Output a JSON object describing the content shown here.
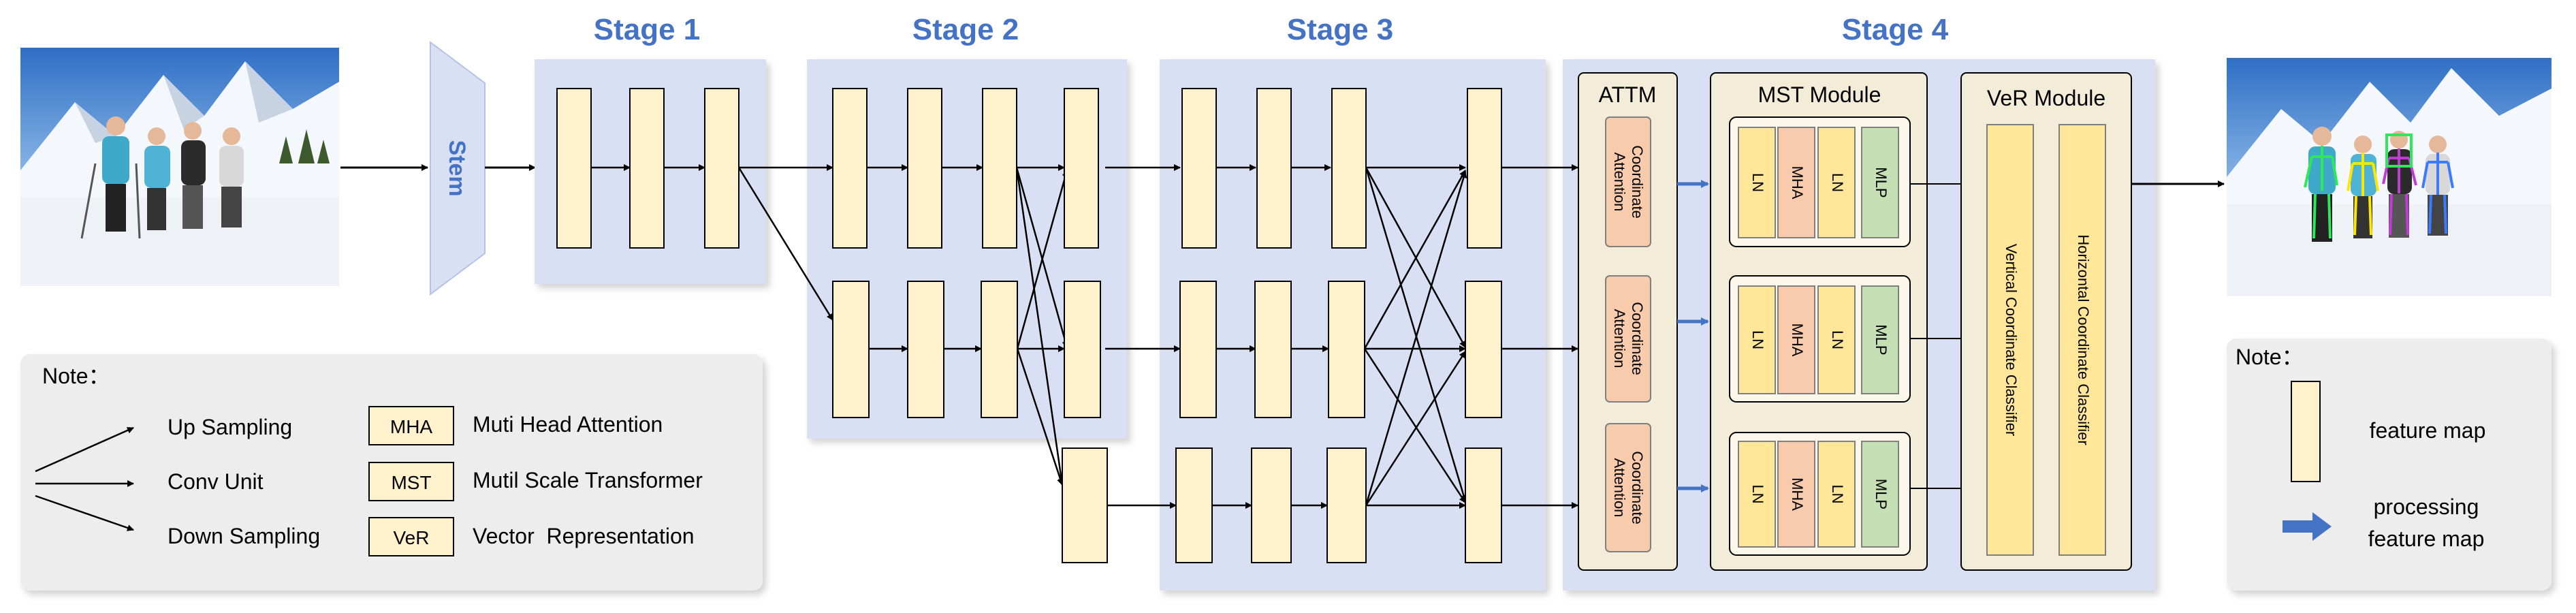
{
  "stages": {
    "stage1": "Stage 1",
    "stage2": "Stage 2",
    "stage3": "Stage 3",
    "stage4": "Stage 4"
  },
  "stem_label": "Stem",
  "attm": {
    "title": "ATTM",
    "block_label": "Coordinate Attention"
  },
  "mst_module": {
    "title": "MST Module",
    "layers": [
      "LN",
      "MHA",
      "LN",
      "MLP"
    ]
  },
  "ver_module": {
    "title": "VeR Module",
    "vertical": "Vertical Coordinate Classifier",
    "horizontal": "Horizontal Coordinate Classifier"
  },
  "note_left": {
    "title": "Note：",
    "up": "Up Sampling",
    "conv": "Conv Unit",
    "down": "Down Sampling",
    "items": [
      {
        "abbr": "MHA",
        "desc": "Muti Head Attention"
      },
      {
        "abbr": "MST",
        "desc": "Mutil Scale Transformer"
      },
      {
        "abbr": "VeR",
        "desc": "Vector  Representation"
      }
    ]
  },
  "note_right": {
    "title": "Note：",
    "feature_map": "feature map",
    "processing_line1": "processing",
    "processing_line2": "feature map"
  },
  "images": {
    "input": "input-photo-skiers",
    "output": "output-photo-skiers-with-pose-skeletons"
  },
  "colors": {
    "stage_bg": "#DAE0F3",
    "stage_title": "#4472C4",
    "feature_fill": "#FFF2CC",
    "attention_fill": "#F8CBAD",
    "mha_fill": "#F8CBAD",
    "ln_fill": "#FFE699",
    "mlp_fill": "#C5E0B4",
    "ver_fill": "#FFE699",
    "module_fill": "#F2ECD9",
    "note_bg": "#EDEDED",
    "arrow_blue": "#4472C4"
  }
}
